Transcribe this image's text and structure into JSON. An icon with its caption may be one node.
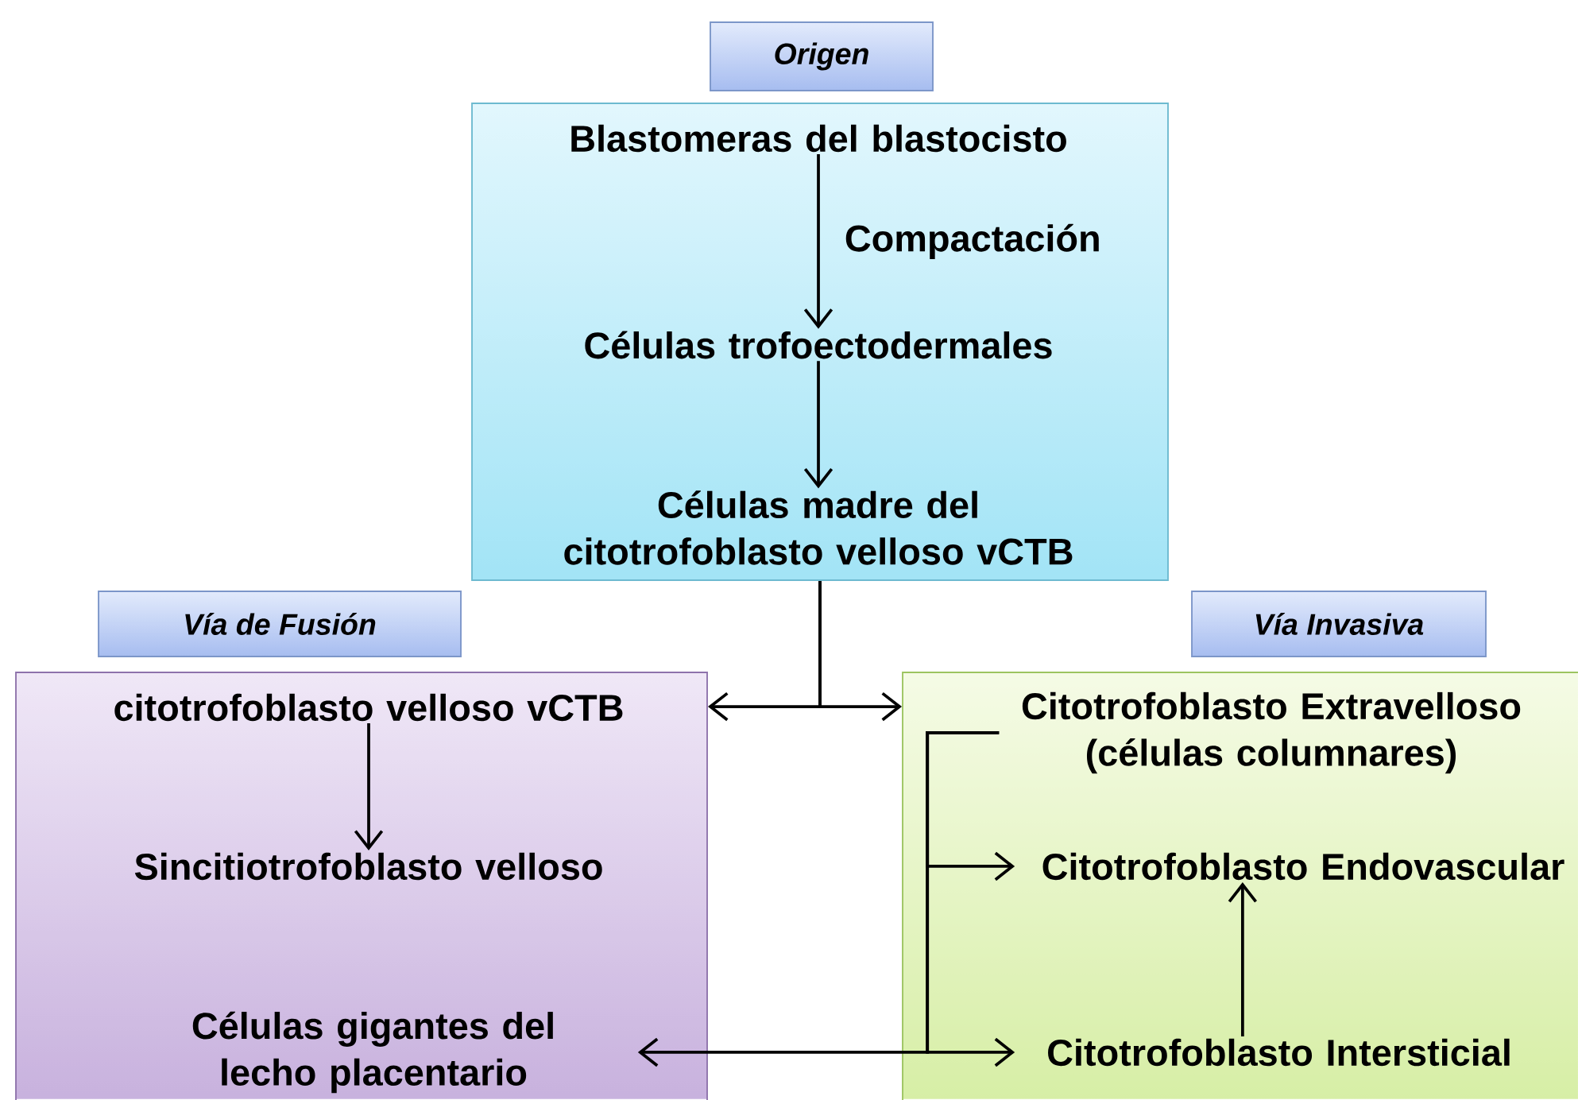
{
  "diagram": {
    "nodes": [
      {
        "text": [
          "Origen"
        ]
      },
      {
        "text": [
          "Blastomeras del blastocisto"
        ],
        "in": 0
      },
      {
        "text": [
          "Células trofoectodermales"
        ],
        "in": 0
      },
      {
        "text": [
          "Células madre del citotrofoblasto velloso vCTB"
        ],
        "in": 0
      },
      {
        "text": [
          "Vía de Fusión"
        ]
      },
      {
        "text": [
          "citotrofoblasto velloso vCTB"
        ],
        "in": 4
      },
      {
        "text": [
          "Sincitiotrofoblasto velloso"
        ],
        "in": 4
      },
      {
        "text": [
          "Células gigantes del lecho placentario"
        ],
        "in": 4
      },
      {
        "text": [
          "Vía Invasiva"
        ]
      },
      {
        "text": [
          "Citotrofoblasto Extravelloso (células columnares)"
        ],
        "in": 8
      },
      {
        "text": [
          "Citotrofoblasto  Endovascular"
        ],
        "in": 8
      },
      {
        "text": [
          "Citotrofoblasto  Intersticial"
        ],
        "in": 8
      }
    ],
    "edges": [
      {
        "from": 1,
        "to": 2,
        "arrow": "to",
        "label": "Compactación"
      },
      {
        "from": 2,
        "to": 3,
        "arrow": "to"
      },
      {
        "from": 0,
        "to": 4,
        "arrow": "to"
      },
      {
        "from": 0,
        "to": 8,
        "arrow": "to"
      },
      {
        "from": 5,
        "to": 6,
        "arrow": "to"
      },
      {
        "from": 9,
        "to": 10,
        "arrow": "to"
      },
      {
        "from": 9,
        "to": 11,
        "arrow": "to"
      },
      {
        "from": 9,
        "to": 7,
        "arrow": "to"
      },
      {
        "from": 11,
        "to": 10,
        "arrow": "to"
      }
    ]
  }
}
